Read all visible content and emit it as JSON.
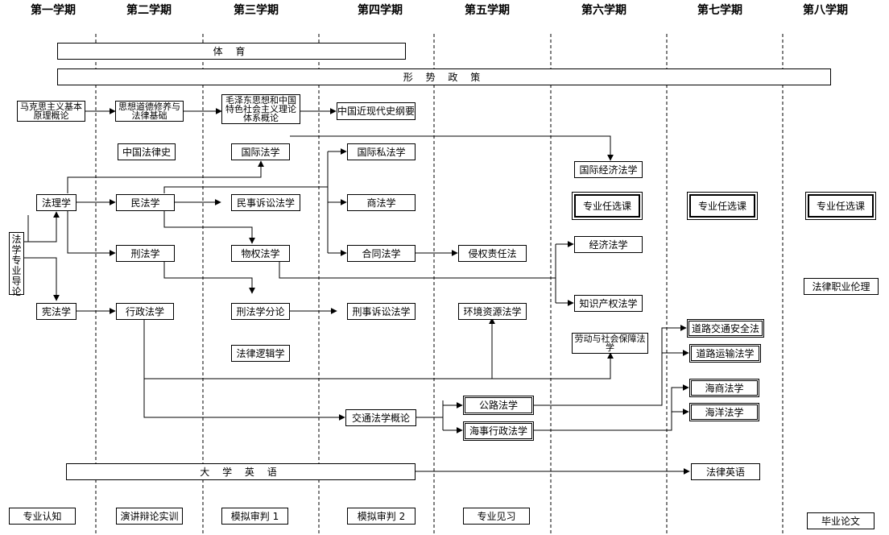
{
  "semesters": [
    "第一学期",
    "第二学期",
    "第三学期",
    "第四学期",
    "第五学期",
    "第六学期",
    "第七学期",
    "第八学期"
  ],
  "courses": {
    "pe": "体  育",
    "policy": "形 势 政 策",
    "marxism": "马克思主义基本原理概论",
    "morality": "思想道德修养与法律基础",
    "maozedong": "毛泽东思想和中国特色社会主义理论体系概论",
    "modern_history": "中国近现代史纲要",
    "legal_history": "中国法律史",
    "intl_law": "国际法学",
    "private_intl_law": "国际私法学",
    "intl_econ_law": "国际经济法学",
    "jurisprudence": "法理学",
    "civil_law": "民法学",
    "civil_procedure": "民事诉讼法学",
    "commercial_law": "商法学",
    "elective_6": "专业任选课",
    "elective_7": "专业任选课",
    "elective_8": "专业任选课",
    "intro_law": "法学专业导论",
    "criminal_law": "刑法学",
    "property_law": "物权法学",
    "contract_law": "合同法学",
    "tort_law": "侵权责任法",
    "economic_law": "经济法学",
    "legal_ethics": "法律职业伦理",
    "constitution": "宪法学",
    "admin_law": "行政法学",
    "criminal_law_sub": "刑法学分论",
    "criminal_procedure": "刑事诉讼法学",
    "environment_law": "环境资源法学",
    "ip_law": "知识产权法学",
    "road_safety": "道路交通安全法",
    "labor_law": "劳动与社会保障法学",
    "road_transport": "道路运输法学",
    "legal_logic": "法律逻辑学",
    "maritime_commercial": "海商法学",
    "highway_law": "公路法学",
    "traffic_intro": "交通法学概论",
    "maritime_law": "海洋法学",
    "maritime_admin": "海事行政法学",
    "college_english": "大 学 英 语",
    "legal_english": "法律英语",
    "orientation": "专业认知",
    "debate": "演讲辩论实训",
    "moot1": "模拟审判 1",
    "moot2": "模拟审判 2",
    "internship": "专业见习",
    "thesis": "毕业论文"
  }
}
